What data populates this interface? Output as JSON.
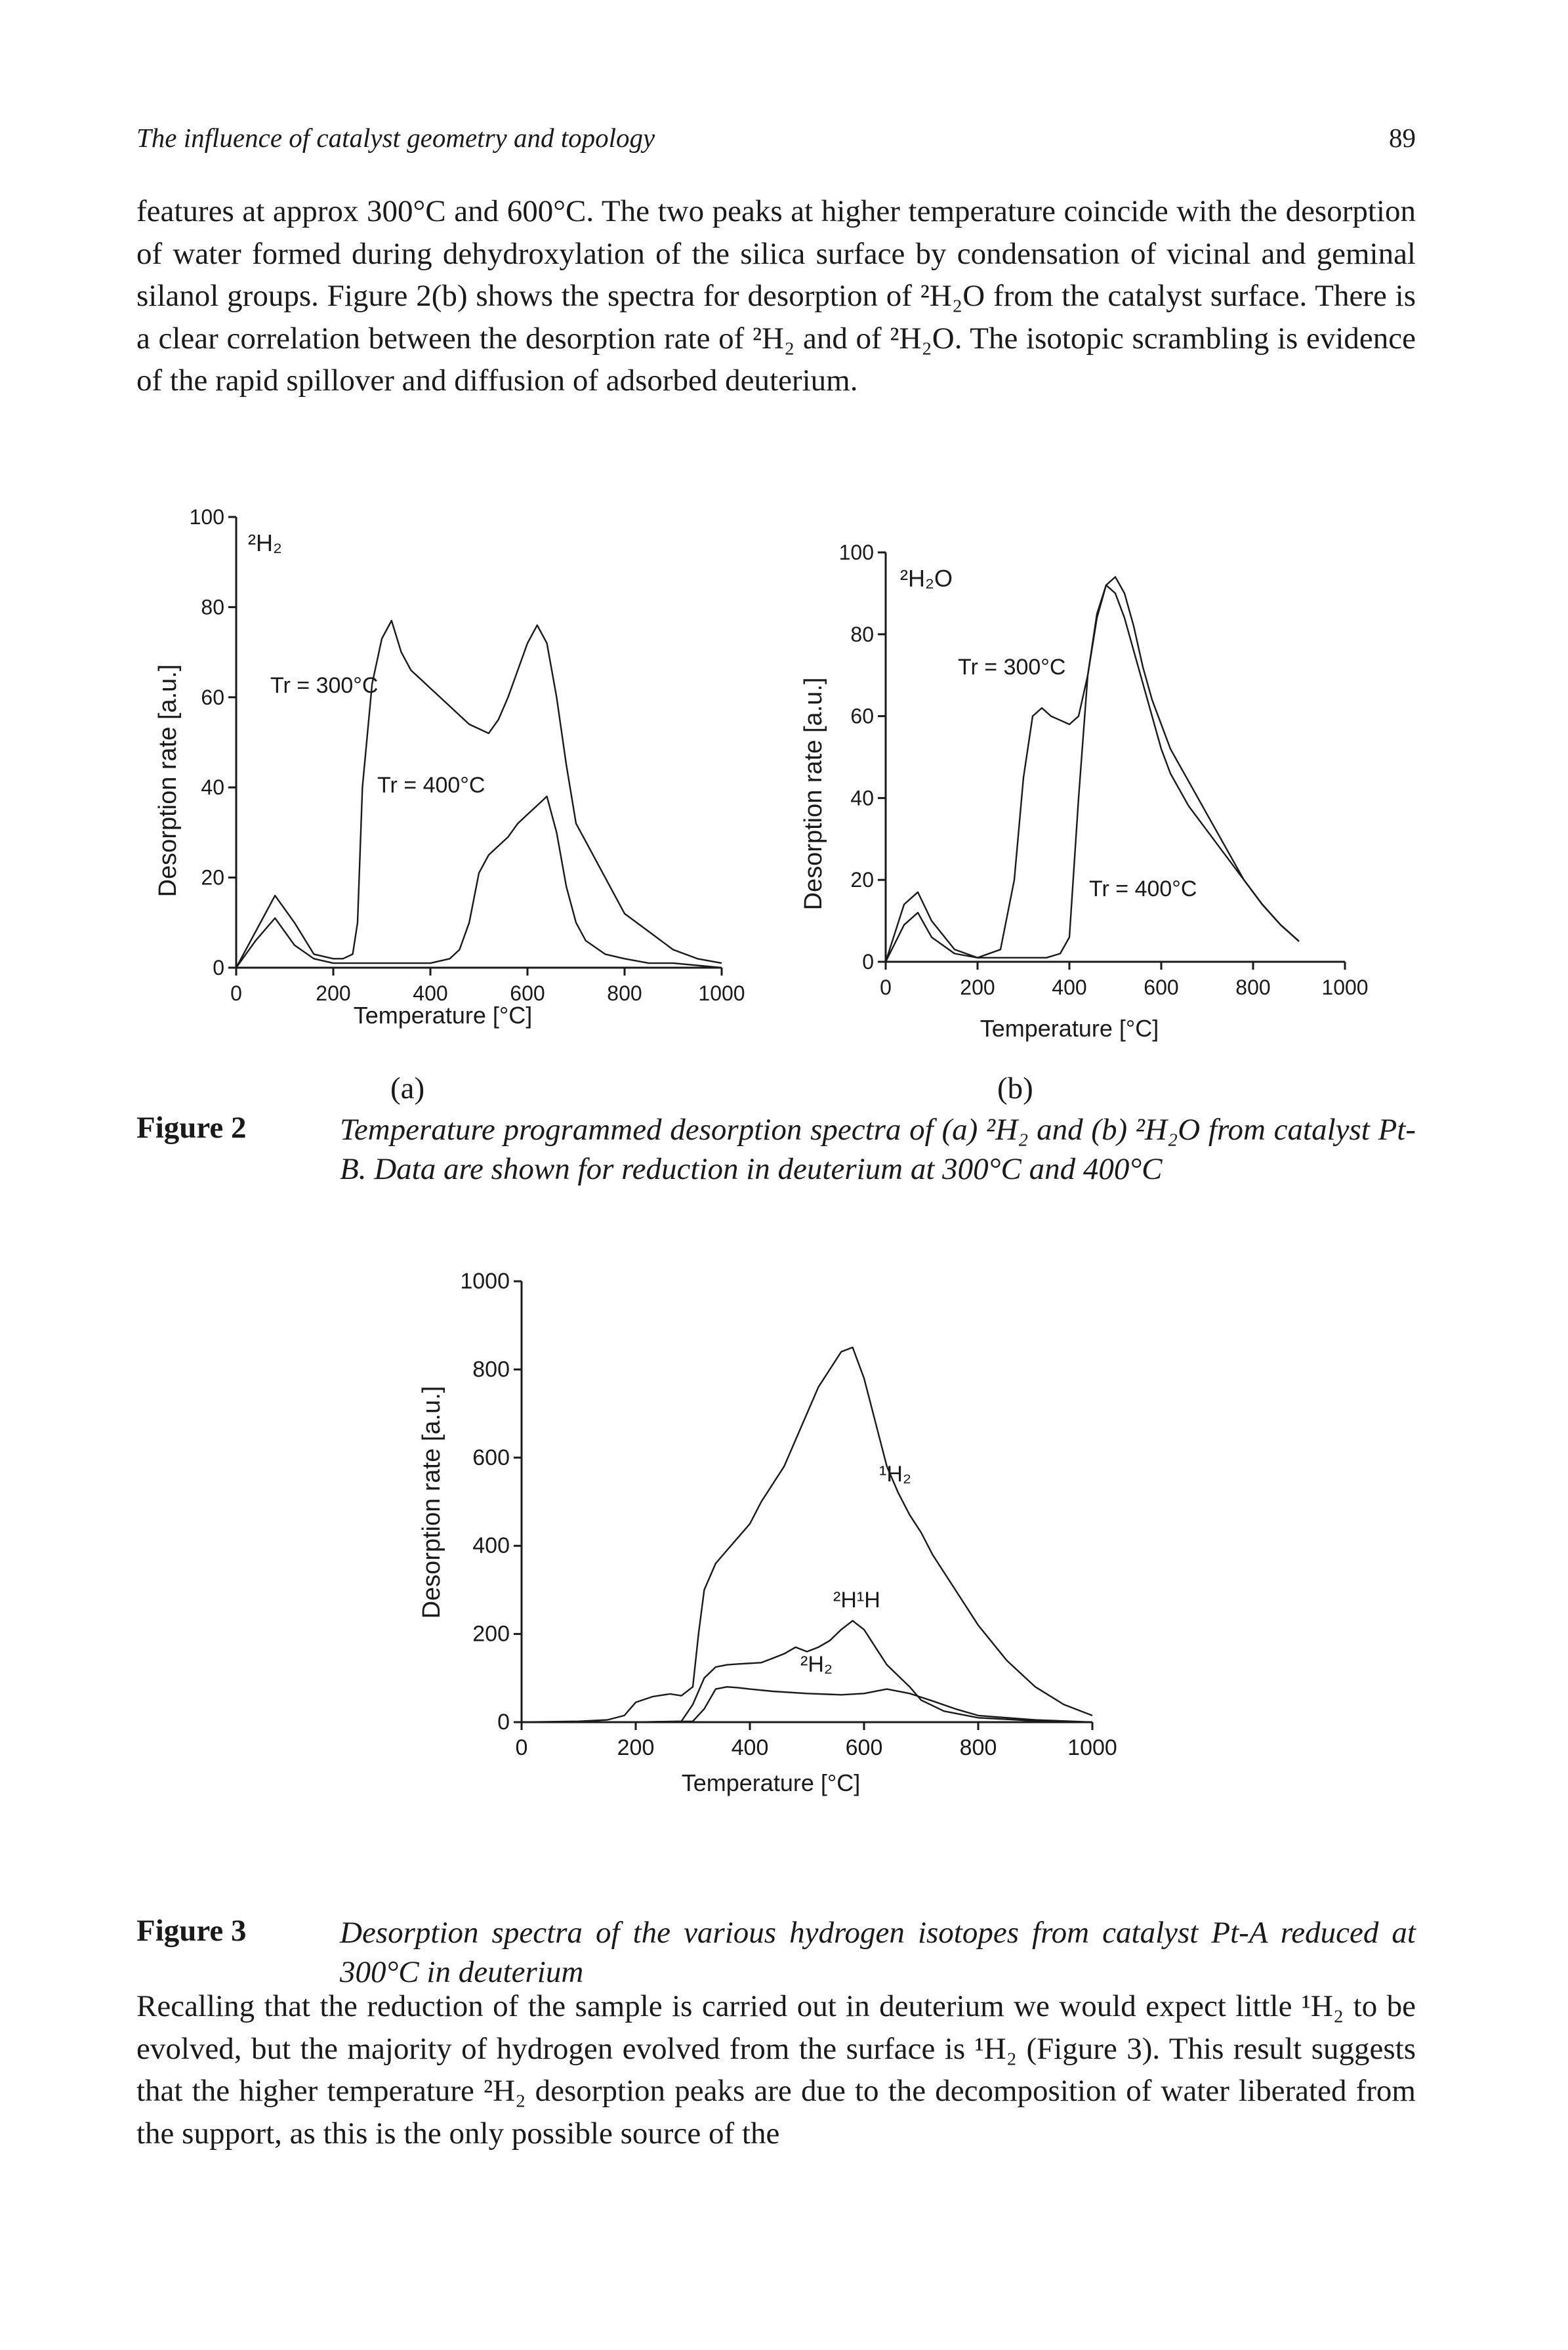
{
  "header": {
    "running_title": "The influence of catalyst geometry and topology",
    "page_number": "89"
  },
  "paragraphs": {
    "p1": "features at approx 300°C and 600°C. The two peaks at higher temperature coincide with the desorption of water formed during dehydroxylation of the silica surface by condensation of vicinal and geminal silanol groups. Figure 2(b) shows the spectra for desorption of ²H₂O from the catalyst surface. There is a clear correlation between the desorption rate of ²H₂ and of ²H₂O. The isotopic scrambling is evidence of the rapid spillover and diffusion of adsorbed deuterium.",
    "p2": "Recalling that the reduction of the sample is carried out in deuterium we would expect little ¹H₂ to be evolved, but the majority of hydrogen evolved from the surface is ¹H₂ (Figure 3). This result suggests that the higher temperature ²H₂ desorption peaks are due to the decomposition of water liberated from the support, as this is the only possible source of the"
  },
  "figure2": {
    "label": "Figure 2",
    "caption": "Temperature programmed desorption spectra of (a) ²H₂ and (b) ²H₂O from catalyst Pt-B. Data are shown for reduction in deuterium at 300°C and 400°C",
    "panel_a_label": "(a)",
    "panel_b_label": "(b)"
  },
  "figure3": {
    "label": "Figure 3",
    "caption": "Desorption spectra of the various hydrogen isotopes from catalyst Pt-A reduced at 300°C in deuterium"
  },
  "chart_data": [
    {
      "id": "fig2a",
      "type": "line",
      "xlabel": "Temperature [°C]",
      "ylabel": "Desorption rate [a.u.]",
      "xlim": [
        0,
        1000
      ],
      "ylim": [
        0,
        100
      ],
      "xticks": [
        "0",
        "200",
        "400",
        "600",
        "800",
        "1000"
      ],
      "yticks": [
        "0",
        "20",
        "40",
        "60",
        "80",
        "100"
      ],
      "annotations": [
        "²H₂",
        "Tr = 300°C",
        "Tr = 400°C"
      ],
      "series": [
        {
          "name": "Tr = 300°C",
          "x": [
            0,
            40,
            80,
            120,
            160,
            200,
            220,
            240,
            250,
            260,
            280,
            300,
            320,
            340,
            360,
            380,
            400,
            420,
            440,
            460,
            480,
            500,
            520,
            540,
            560,
            580,
            600,
            620,
            640,
            660,
            680,
            700,
            720,
            740,
            760,
            780,
            800,
            850,
            900,
            950,
            1000
          ],
          "y": [
            0,
            8,
            16,
            10,
            3,
            2,
            2,
            3,
            10,
            40,
            63,
            73,
            77,
            70,
            66,
            64,
            62,
            60,
            58,
            56,
            54,
            53,
            52,
            55,
            60,
            66,
            72,
            76,
            72,
            60,
            45,
            32,
            28,
            24,
            20,
            16,
            12,
            8,
            4,
            2,
            1
          ]
        },
        {
          "name": "Tr = 400°C",
          "x": [
            0,
            40,
            80,
            120,
            160,
            200,
            300,
            350,
            380,
            400,
            440,
            460,
            480,
            500,
            520,
            540,
            560,
            580,
            600,
            620,
            640,
            660,
            680,
            700,
            720,
            760,
            800,
            850,
            900,
            1000
          ],
          "y": [
            0,
            6,
            11,
            5,
            2,
            1,
            1,
            1,
            1,
            1,
            2,
            4,
            10,
            21,
            25,
            27,
            29,
            32,
            34,
            36,
            38,
            30,
            18,
            10,
            6,
            3,
            2,
            1,
            1,
            0
          ]
        }
      ]
    },
    {
      "id": "fig2b",
      "type": "line",
      "xlabel": "Temperature [°C]",
      "ylabel": "Desorption rate [a.u.]",
      "xlim": [
        0,
        1000
      ],
      "ylim": [
        0,
        100
      ],
      "xticks": [
        "0",
        "200",
        "400",
        "600",
        "800",
        "1000"
      ],
      "yticks": [
        "0",
        "20",
        "40",
        "60",
        "80",
        "100"
      ],
      "annotations": [
        "²H₂O",
        "Tr = 300°C",
        "Tr = 400°C"
      ],
      "series": [
        {
          "name": "Tr = 300°C",
          "x": [
            0,
            40,
            70,
            100,
            150,
            200,
            250,
            280,
            300,
            320,
            340,
            360,
            380,
            400,
            420,
            440,
            460,
            480,
            500,
            520,
            540,
            560,
            580,
            600,
            620,
            660,
            700,
            740,
            780,
            820,
            860,
            900
          ],
          "y": [
            0,
            14,
            17,
            10,
            3,
            1,
            3,
            20,
            45,
            60,
            62,
            60,
            59,
            58,
            60,
            70,
            84,
            92,
            90,
            84,
            76,
            68,
            60,
            52,
            46,
            38,
            32,
            26,
            20,
            14,
            9,
            5
          ]
        },
        {
          "name": "Tr = 400°C",
          "x": [
            0,
            40,
            70,
            100,
            150,
            200,
            300,
            350,
            380,
            400,
            420,
            440,
            460,
            480,
            500,
            520,
            540,
            560,
            580,
            600,
            620,
            660,
            700,
            740,
            780,
            820,
            860,
            900
          ],
          "y": [
            0,
            9,
            12,
            6,
            2,
            1,
            1,
            1,
            2,
            6,
            40,
            70,
            85,
            92,
            94,
            90,
            82,
            72,
            64,
            58,
            52,
            44,
            36,
            28,
            20,
            14,
            9,
            5
          ]
        }
      ]
    },
    {
      "id": "fig3",
      "type": "line",
      "xlabel": "Temperature [°C]",
      "ylabel": "Desorption rate [a.u.]",
      "xlim": [
        0,
        1000
      ],
      "ylim": [
        0,
        1000
      ],
      "xticks": [
        "0",
        "200",
        "400",
        "600",
        "800",
        "1000"
      ],
      "yticks": [
        "0",
        "200",
        "400",
        "600",
        "800",
        "1000"
      ],
      "annotations": [
        "¹H₂",
        "²H¹H",
        "²H₂"
      ],
      "series": [
        {
          "name": "¹H₂",
          "x": [
            0,
            100,
            150,
            180,
            200,
            230,
            260,
            280,
            300,
            310,
            320,
            340,
            360,
            380,
            400,
            420,
            440,
            460,
            480,
            500,
            520,
            540,
            560,
            580,
            600,
            620,
            640,
            660,
            680,
            700,
            720,
            760,
            800,
            850,
            900,
            950,
            1000
          ],
          "y": [
            0,
            2,
            5,
            15,
            45,
            58,
            64,
            60,
            80,
            200,
            300,
            360,
            390,
            420,
            450,
            500,
            540,
            580,
            640,
            700,
            760,
            800,
            840,
            850,
            780,
            680,
            580,
            520,
            470,
            430,
            380,
            300,
            220,
            140,
            80,
            40,
            15
          ]
        },
        {
          "name": "²H¹H",
          "x": [
            0,
            200,
            280,
            300,
            320,
            340,
            360,
            380,
            420,
            440,
            460,
            480,
            500,
            520,
            540,
            560,
            580,
            600,
            620,
            640,
            680,
            700,
            740,
            800,
            900,
            1000
          ],
          "y": [
            0,
            0,
            2,
            40,
            100,
            125,
            130,
            132,
            135,
            145,
            155,
            170,
            160,
            170,
            185,
            210,
            230,
            210,
            170,
            130,
            80,
            50,
            25,
            10,
            3,
            0
          ]
        },
        {
          "name": "²H₂",
          "x": [
            0,
            200,
            300,
            320,
            340,
            360,
            380,
            400,
            440,
            500,
            560,
            600,
            640,
            680,
            720,
            760,
            800,
            900,
            1000
          ],
          "y": [
            0,
            0,
            2,
            30,
            75,
            80,
            78,
            75,
            70,
            65,
            62,
            65,
            75,
            65,
            48,
            30,
            15,
            5,
            0
          ]
        }
      ]
    }
  ]
}
